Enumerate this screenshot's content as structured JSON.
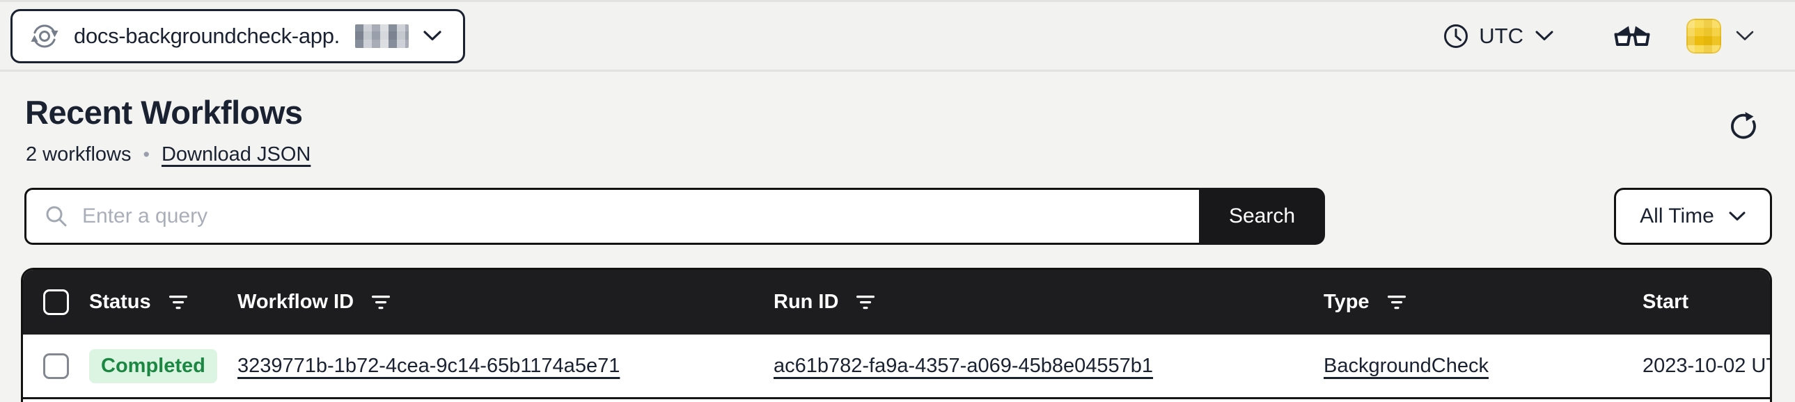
{
  "topbar": {
    "namespace": "docs-backgroundcheck-app.",
    "timezone": "UTC"
  },
  "page": {
    "title": "Recent Workflows",
    "count": "2 workflows",
    "separator": "•",
    "download_link": "Download JSON"
  },
  "search": {
    "placeholder": "Enter a query",
    "button": "Search",
    "time_filter": "All Time"
  },
  "table": {
    "columns": [
      {
        "label": "Status",
        "filter": true
      },
      {
        "label": "Workflow ID",
        "filter": true
      },
      {
        "label": "Run ID",
        "filter": true
      },
      {
        "label": "Type",
        "filter": true
      },
      {
        "label": "Start",
        "filter": false
      }
    ],
    "rows": [
      {
        "status": "Completed",
        "workflow_id": "3239771b-1b72-4cea-9c14-65b1174a5e71",
        "run_id": "ac61b782-fa9a-4357-a069-45b8e04557b1",
        "type": "BackgroundCheck",
        "start": "2023-10-02 UT"
      }
    ]
  },
  "icons": {
    "namespace_switcher": "cycle-arrows-icon",
    "timezone": "clock-icon",
    "labs_mode": "glasses-icon",
    "search": "magnifier-icon",
    "refresh": "refresh-icon",
    "column_filter": "filter-lines-icon",
    "dropdown": "chevron-down-icon"
  },
  "colors": {
    "page_bg": "#f3f3f2",
    "bar_bg": "#f2f2f0",
    "text_dark": "#1a2130",
    "border_dark": "#121212",
    "table_header_bg": "#1d1d20",
    "status_completed_bg": "#dcf5e3",
    "status_completed_text": "#1b8742",
    "avatar_yellow": "#f2c511",
    "muted_gray": "#9aa0ab"
  }
}
